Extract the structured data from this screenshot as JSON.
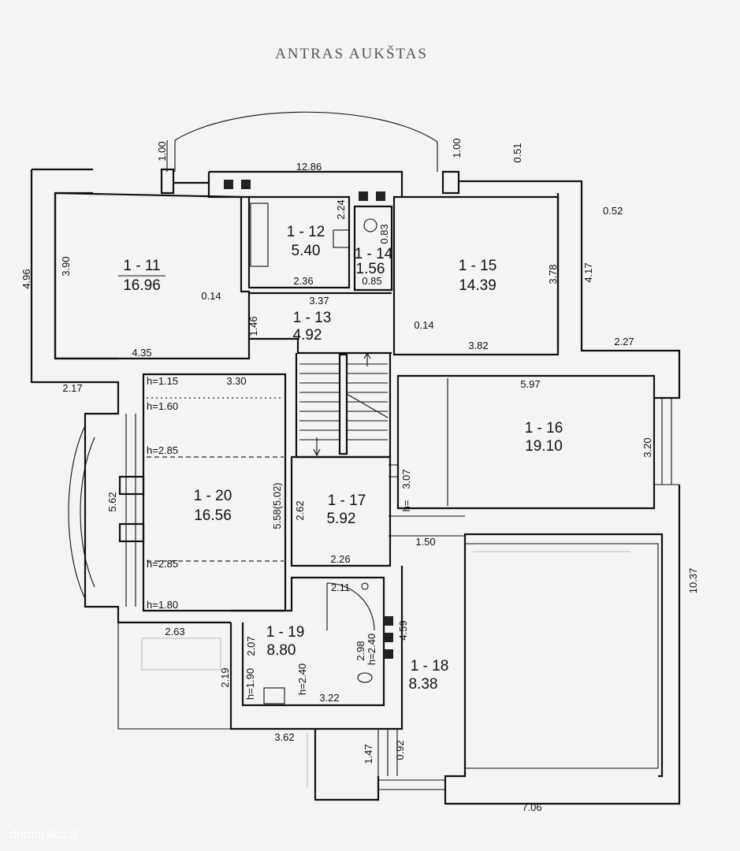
{
  "title": "ANTRAS AUKŠTAS",
  "watermark": "domoplius.lt",
  "rooms": {
    "r11": {
      "id": "1 - 11",
      "area": "16.96"
    },
    "r12": {
      "id": "1 - 12",
      "area": "5.40"
    },
    "r13": {
      "id": "1 - 13",
      "area": "4.92"
    },
    "r14": {
      "id": "1 - 14",
      "area": "1.56"
    },
    "r15": {
      "id": "1 - 15",
      "area": "14.39"
    },
    "r16": {
      "id": "1 - 16",
      "area": "19.10"
    },
    "r17": {
      "id": "1 - 17",
      "area": "5.92"
    },
    "r18": {
      "id": "1 - 18",
      "area": "8.38"
    },
    "r19": {
      "id": "1 - 19",
      "area": "8.80"
    },
    "r20": {
      "id": "1 - 20",
      "area": "16.56"
    }
  },
  "dims": {
    "d1": "1.00",
    "d2": "12.86",
    "d3": "1.00",
    "d4": "0.51",
    "d5": "0.52",
    "d6": "4.96",
    "d7": "3.90",
    "d8": "2.24",
    "d9": "0.83",
    "d10": "3.78",
    "d11": "4.17",
    "d12": "0.14",
    "d13": "2.36",
    "d14": "0.85",
    "d15": "3.37",
    "d16": "1.46",
    "d17": "0.14",
    "d18": "4.35",
    "d19": "3.82",
    "d20": "2.27",
    "d21": "2.17",
    "d22": "h=1.15",
    "d23": "3.30",
    "d24": "h=1.60",
    "d25": "5.97",
    "d26": "3.20",
    "d27": "h=2.85",
    "d28": "5.62",
    "d29": "5.58(5.02)",
    "d30": "2.62",
    "d31": "3.07",
    "d32": "h=",
    "d33": "1.50",
    "d34": "10.37",
    "d35": "h=2.85",
    "d36": "2.26",
    "d37": "h=1.80",
    "d38": "2.11",
    "d39": "2.63",
    "d40": "2.07",
    "d41": "2.98",
    "d42": "h=2.40",
    "d43": "4.59",
    "d44": "2.19",
    "d45": "h=1.90",
    "d46": "h=2.40",
    "d47": "3.22",
    "d48": "3.62",
    "d49": "1.47",
    "d50": "0.92",
    "d51": "7.06"
  }
}
